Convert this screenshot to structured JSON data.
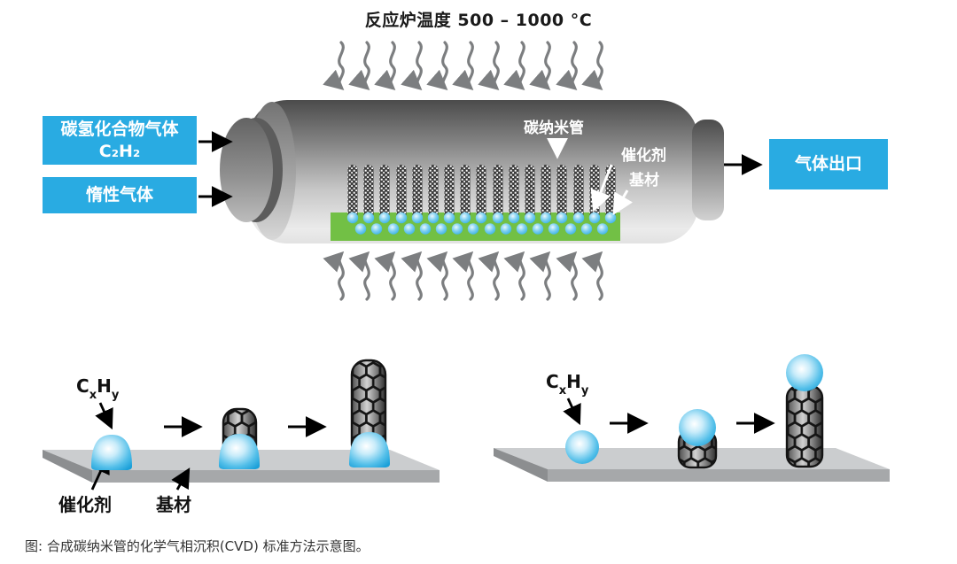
{
  "colors": {
    "accent_cyan": "#29abe2",
    "substrate_green": "#72c045",
    "heat_arrow_gray": "#7c7e80"
  },
  "furnace": {
    "title": "反应炉温度 500 – 1000 °C",
    "hydrocarbon_box": {
      "line1": "碳氢化合物气体",
      "line2": "C₂H₂"
    },
    "inert_box": {
      "label": "惰性气体"
    },
    "outlet_box": {
      "label": "气体出口"
    },
    "labels": {
      "nanotube": "碳纳米管",
      "catalyst": "催化剂",
      "substrate": "基材"
    }
  },
  "growth_diagrams": {
    "gas": {
      "c": "C",
      "x": "x",
      "h": "H",
      "y": "y"
    },
    "catalyst_label": "催化剂",
    "substrate_label": "基材"
  },
  "caption": "图: 合成碳纳米管的化学气相沉积(CVD) 标准方法示意图。"
}
